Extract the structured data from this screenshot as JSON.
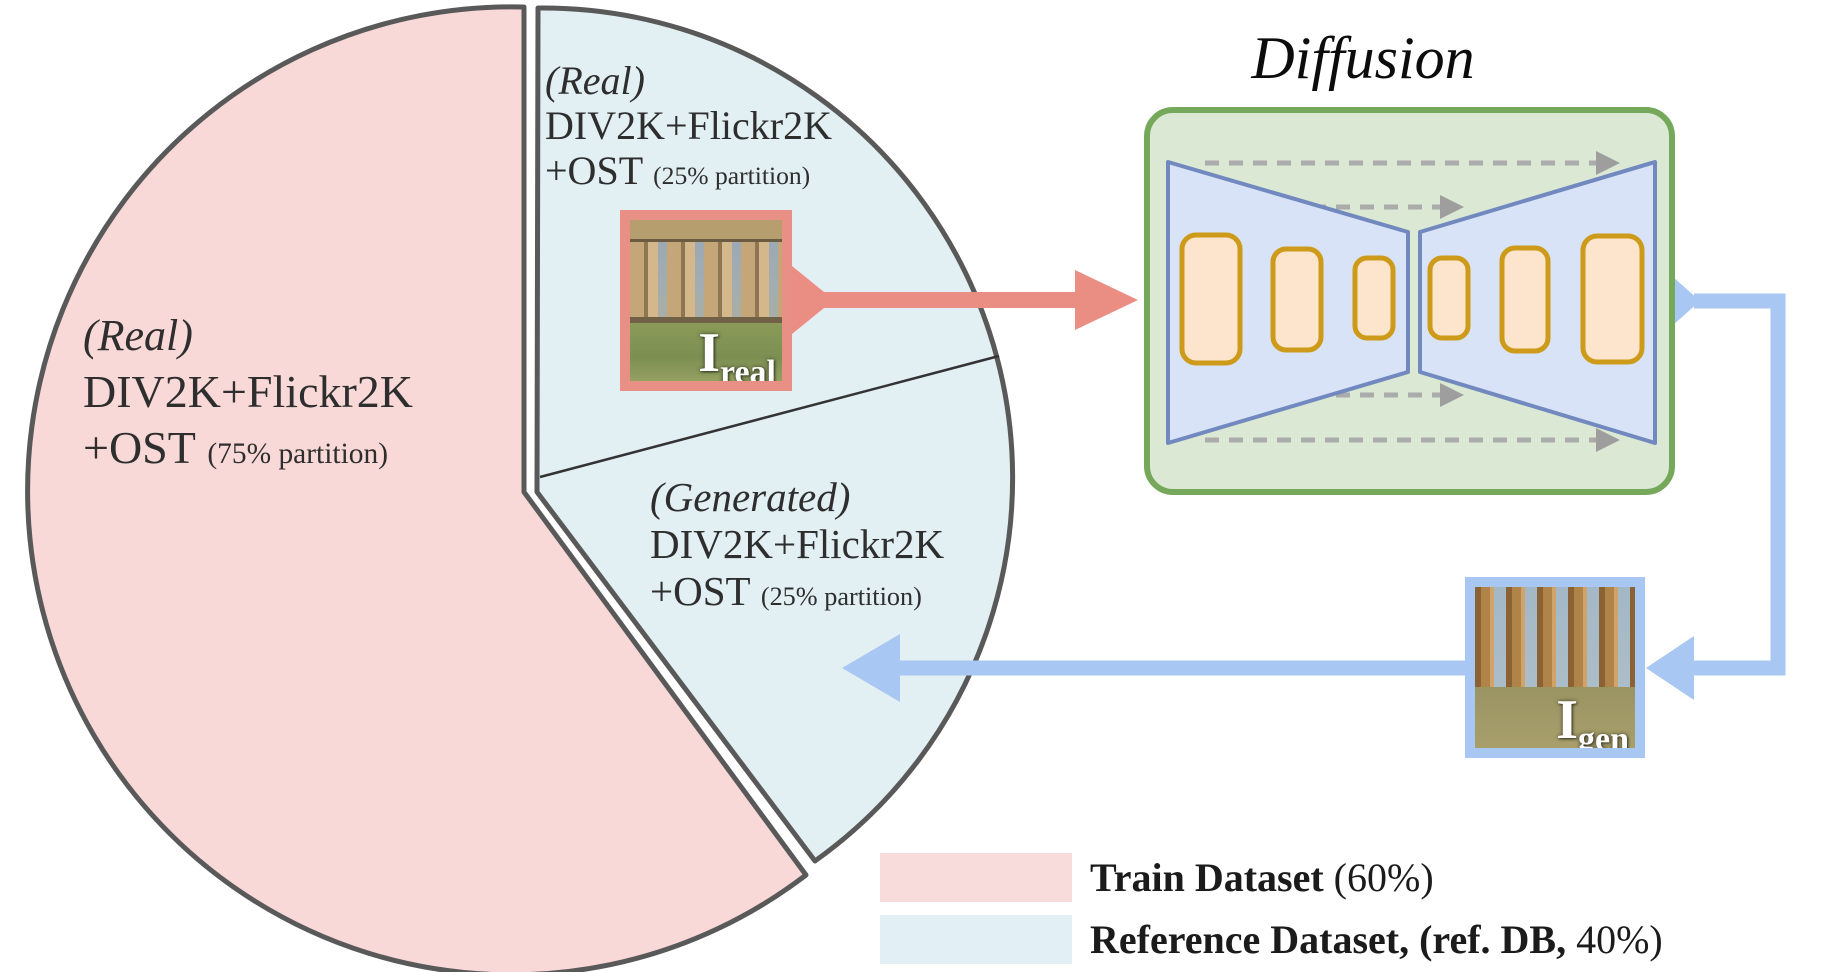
{
  "pie": {
    "border_color": "#595959",
    "slices": [
      {
        "name": "train-real",
        "fill": "#F9D8D8",
        "tag": "(Real)",
        "dataset": "DIV2K+Flickr2K",
        "dataset2": "+OST",
        "note": "(75% partition)"
      },
      {
        "name": "reference-real",
        "fill": "#E2EFF3",
        "tag": "(Real)",
        "dataset": "DIV2K+Flickr2K",
        "dataset2": "+OST",
        "note": "(25% partition)"
      },
      {
        "name": "reference-generated",
        "fill": "#E2EFF3",
        "tag": "(Generated)",
        "dataset": "DIV2K+Flickr2K",
        "dataset2": "+OST",
        "note": "(25% partition)"
      }
    ]
  },
  "diffusion": {
    "title": "Diffusion",
    "box_fill": "#DAE8D4",
    "box_border": "#76A85B",
    "trapezoid_fill": "#D8E3F7",
    "trapezoid_border": "#7189BF",
    "block_fill": "#FCE5CC",
    "block_border": "#CD9B19"
  },
  "images": {
    "real": {
      "label": "I",
      "sub": "real",
      "border": "#E89086"
    },
    "gen": {
      "label": "I",
      "sub": "gen",
      "border": "#A9C7F3"
    }
  },
  "arrows": {
    "real_to_diffusion": "#EA8E84",
    "diffusion_to_gen": "#A9C7F3",
    "skip_connection": "#ABABAB"
  },
  "legend": {
    "items": [
      {
        "swatch": "#F8DBDB",
        "bold": "Train Dataset",
        "regular": " (60%)"
      },
      {
        "swatch": "#E2F0F5",
        "bold": "Reference Dataset, (ref. DB,",
        "regular": " 40%)"
      }
    ]
  }
}
